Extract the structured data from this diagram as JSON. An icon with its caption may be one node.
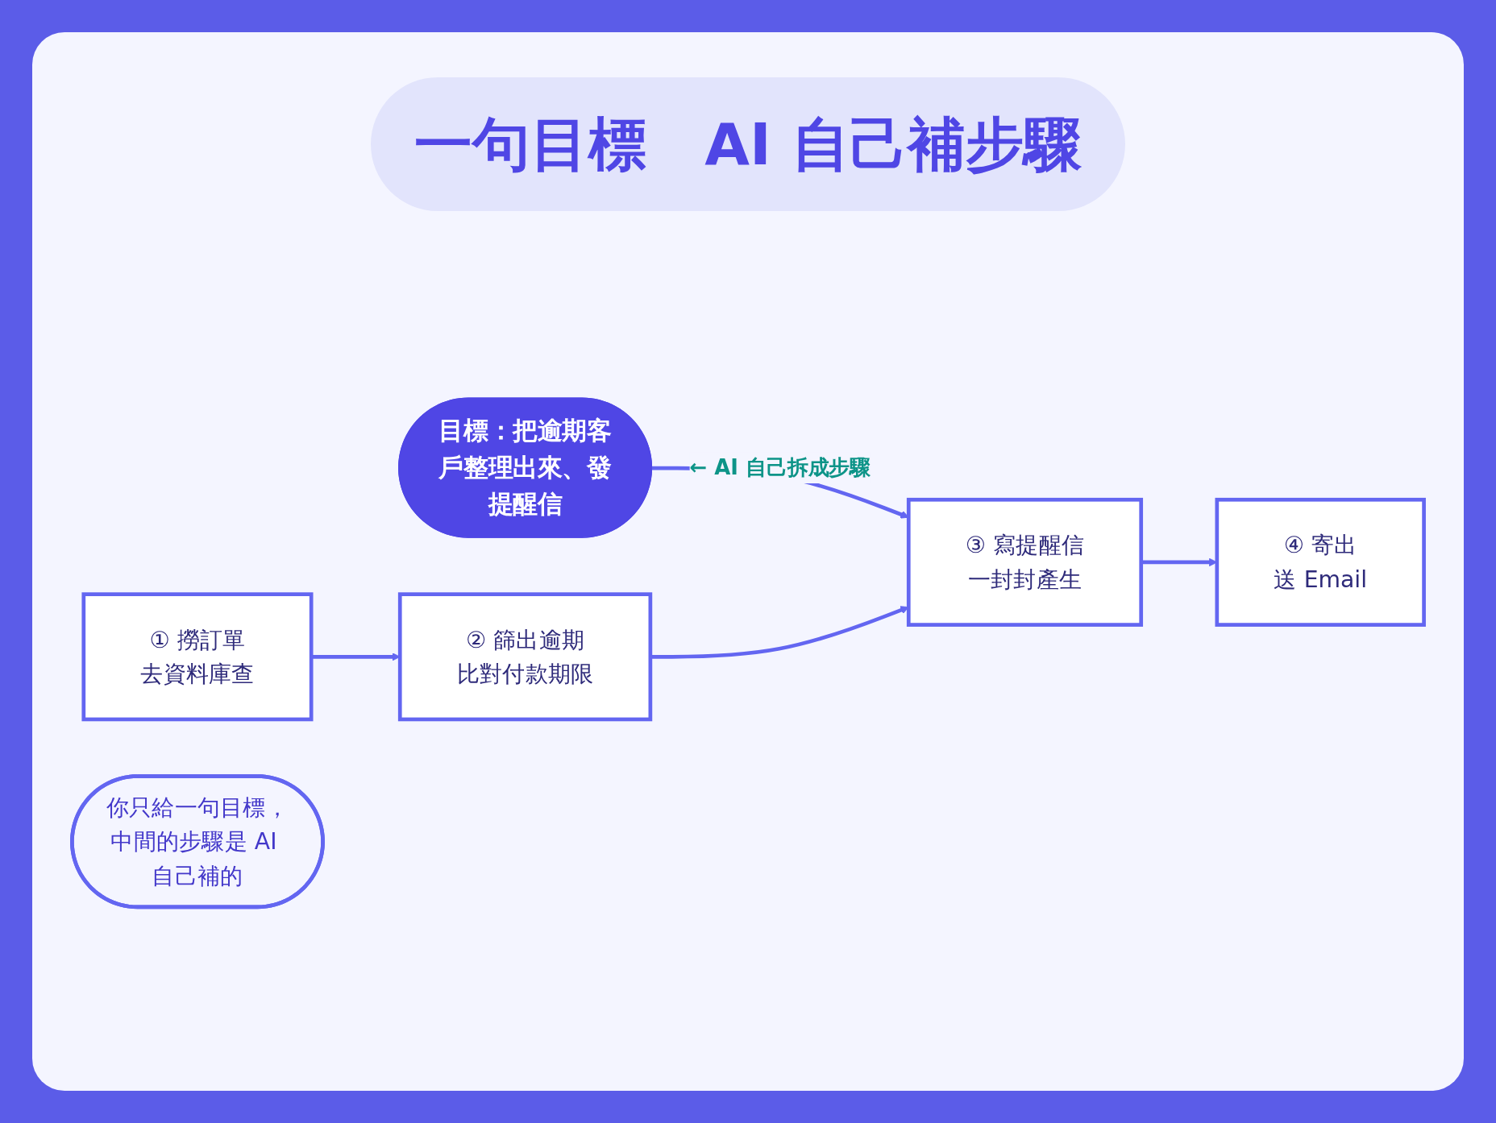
{
  "diagram": {
    "title": "一句目標　AI 自己補步驟",
    "nodes": [
      {
        "text": [
          "目標：把逾期客戶整理出來、發提醒信"
        ]
      },
      {
        "text": [
          "① 撈訂單",
          "去資料庫查"
        ]
      },
      {
        "text": [
          "② 篩出逾期",
          "比對付款期限"
        ]
      },
      {
        "text": [
          "③ 寫提醒信",
          "一封封產生"
        ]
      },
      {
        "text": [
          "④ 寄出",
          "送 Email"
        ]
      },
      {
        "text": [
          "你只給一句目標，中間的步驟是 AI 自己補的"
        ]
      }
    ],
    "edges": [
      {
        "from": 0,
        "to": 3,
        "arrow": "to",
        "label": "← AI 自己拆成步驟"
      },
      {
        "from": 1,
        "to": 2,
        "arrow": "to"
      },
      {
        "from": 2,
        "to": 3,
        "arrow": "to"
      },
      {
        "from": 3,
        "to": 4,
        "arrow": "to"
      }
    ]
  }
}
